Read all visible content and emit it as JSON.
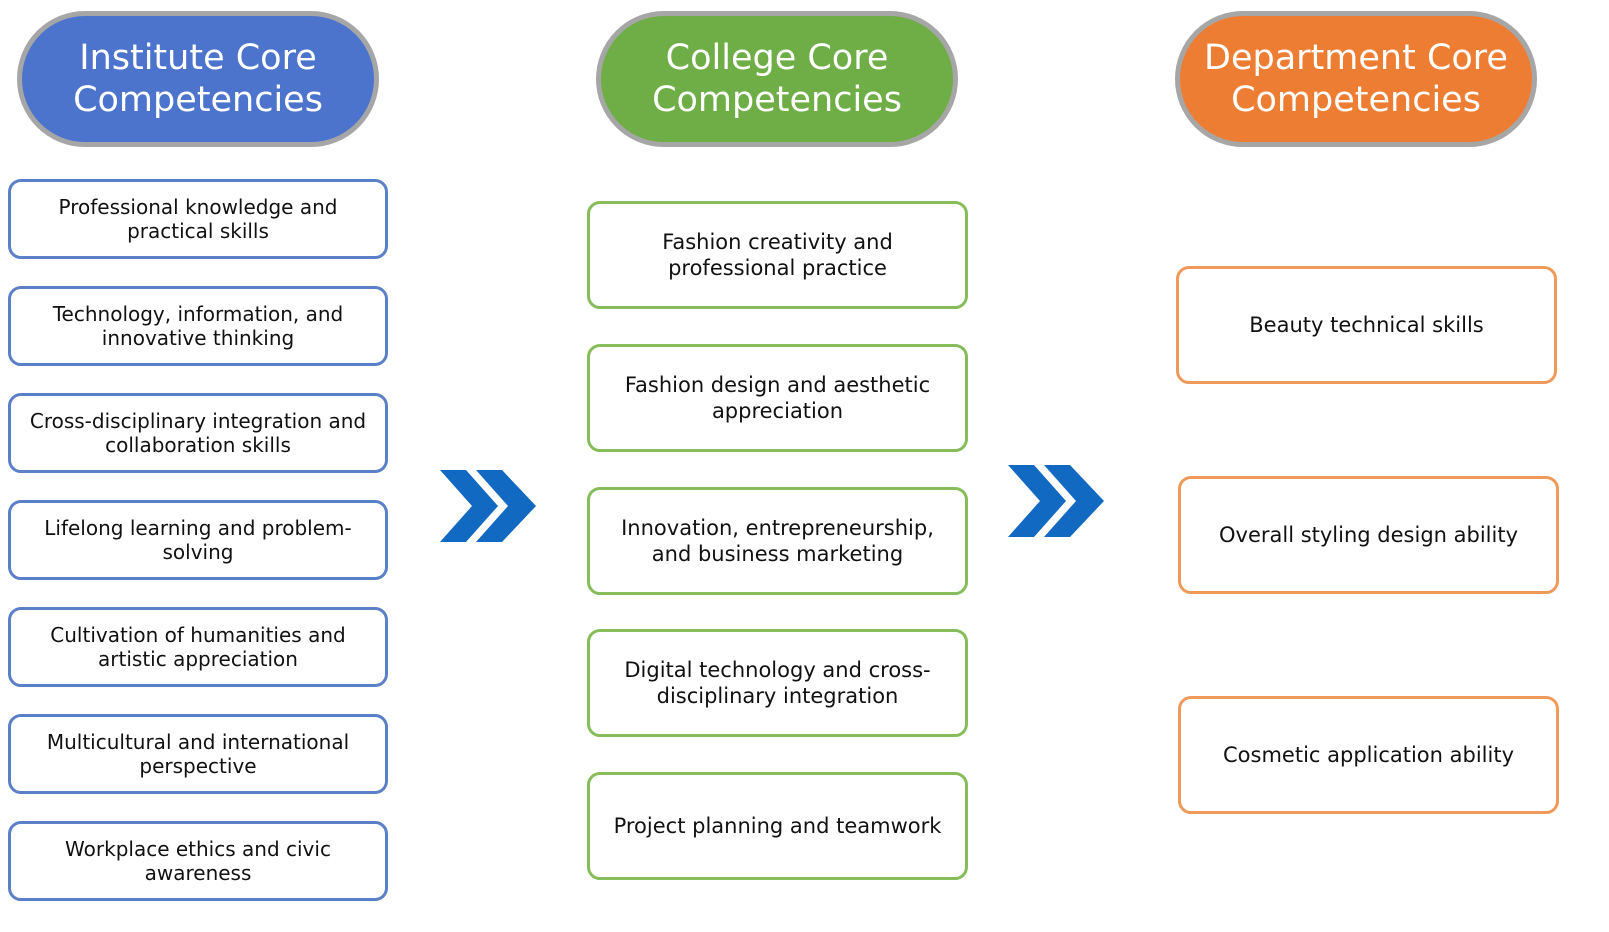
{
  "colors": {
    "institute": "#4d74cd",
    "college": "#6fad47",
    "department": "#ee7d34",
    "arrow": "#1269c2"
  },
  "institute": {
    "title_line1": "Institute Core",
    "title_line2": "Competencies",
    "items": [
      "Professional knowledge and practical skills",
      "Technology, information, and innovative thinking",
      "Cross-disciplinary integration and collaboration skills",
      "Lifelong learning and problem-solving",
      "Cultivation of humanities and artistic appreciation",
      "Multicultural and international perspective",
      "Workplace ethics and civic awareness"
    ]
  },
  "college": {
    "title_line1": "College Core",
    "title_line2": "Competencies",
    "items": [
      "Fashion creativity and professional practice",
      "Fashion design and aesthetic appreciation",
      "Innovation, entrepreneurship, and business marketing",
      "Digital technology and cross-disciplinary integration",
      "Project planning and teamwork"
    ]
  },
  "department": {
    "title_line1": "Department Core",
    "title_line2": "Competencies",
    "items": [
      "Beauty technical skills",
      "Overall styling design ability",
      "Cosmetic application ability"
    ]
  },
  "icons": {
    "flow_arrow_1": "double-chevron-right-icon",
    "flow_arrow_2": "double-chevron-right-icon"
  }
}
